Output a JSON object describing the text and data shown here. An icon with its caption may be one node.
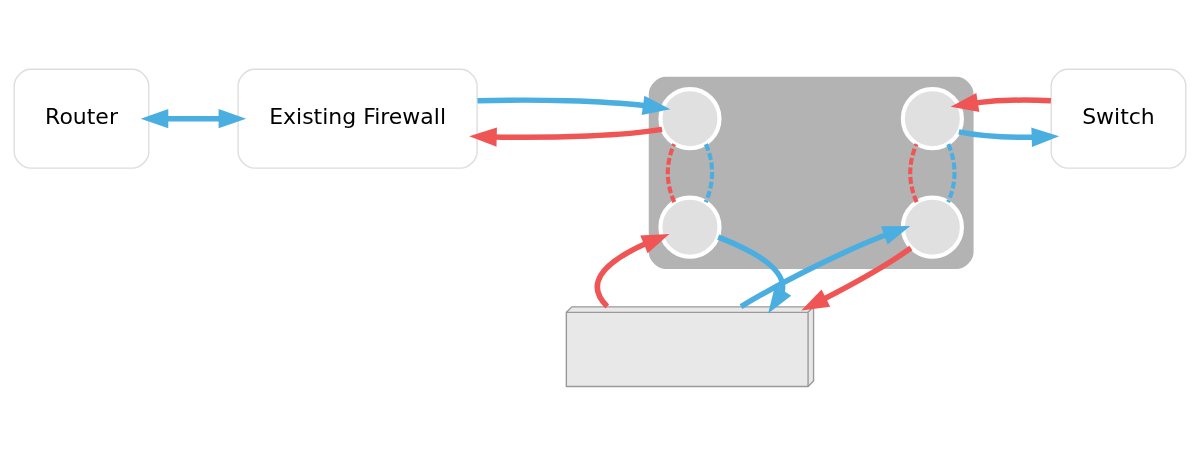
{
  "diagram": {
    "nodes": [
      {
        "text": [
          "Router"
        ]
      },
      {
        "text": [
          "Existing Firewall"
        ]
      },
      {
        "text": [],
        "shape": "box"
      },
      {
        "text": [],
        "shape": "circle",
        "in": 2
      },
      {
        "text": [],
        "shape": "circle",
        "in": 2
      },
      {
        "text": [],
        "shape": "circle",
        "in": 2
      },
      {
        "text": [],
        "shape": "circle",
        "in": 2
      },
      {
        "text": [
          "Switch"
        ]
      },
      {
        "text": [],
        "shape": "picture"
      }
    ],
    "edges": [
      {
        "from": 0,
        "to": 1,
        "arrow": "both",
        "color": "#4aaee0"
      },
      {
        "from": 1,
        "to": 3,
        "arrow": "to",
        "color": "#4aaee0"
      },
      {
        "from": 3,
        "to": 1,
        "arrow": "to",
        "color": "#f05556"
      },
      {
        "from": 4,
        "to": 7,
        "arrow": "to",
        "color": "#4aaee0"
      },
      {
        "from": 7,
        "to": 4,
        "arrow": "to",
        "color": "#f05556"
      },
      {
        "from": 3,
        "to": 5,
        "arrow": "none",
        "style": "dashed",
        "color": "#4aaee0"
      },
      {
        "from": 5,
        "to": 3,
        "arrow": "none",
        "style": "dashed",
        "color": "#f05556"
      },
      {
        "from": 4,
        "to": 6,
        "arrow": "none",
        "style": "dashed",
        "color": "#4aaee0"
      },
      {
        "from": 6,
        "to": 4,
        "arrow": "none",
        "style": "dashed",
        "color": "#f05556"
      },
      {
        "from": 5,
        "to": 8,
        "arrow": "to",
        "color": "#4aaee0"
      },
      {
        "from": 8,
        "to": 6,
        "arrow": "to",
        "color": "#4aaee0"
      },
      {
        "from": 6,
        "to": 8,
        "arrow": "to",
        "color": "#f05556"
      },
      {
        "from": 8,
        "to": 5,
        "arrow": "to",
        "color": "#f05556"
      }
    ]
  }
}
